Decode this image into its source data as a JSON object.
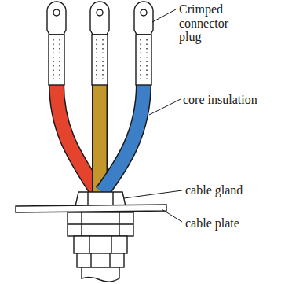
{
  "diagram": {
    "labels": [
      "Crimped connector plug",
      "core insulation",
      "cable gland",
      "cable plate"
    ]
  }
}
